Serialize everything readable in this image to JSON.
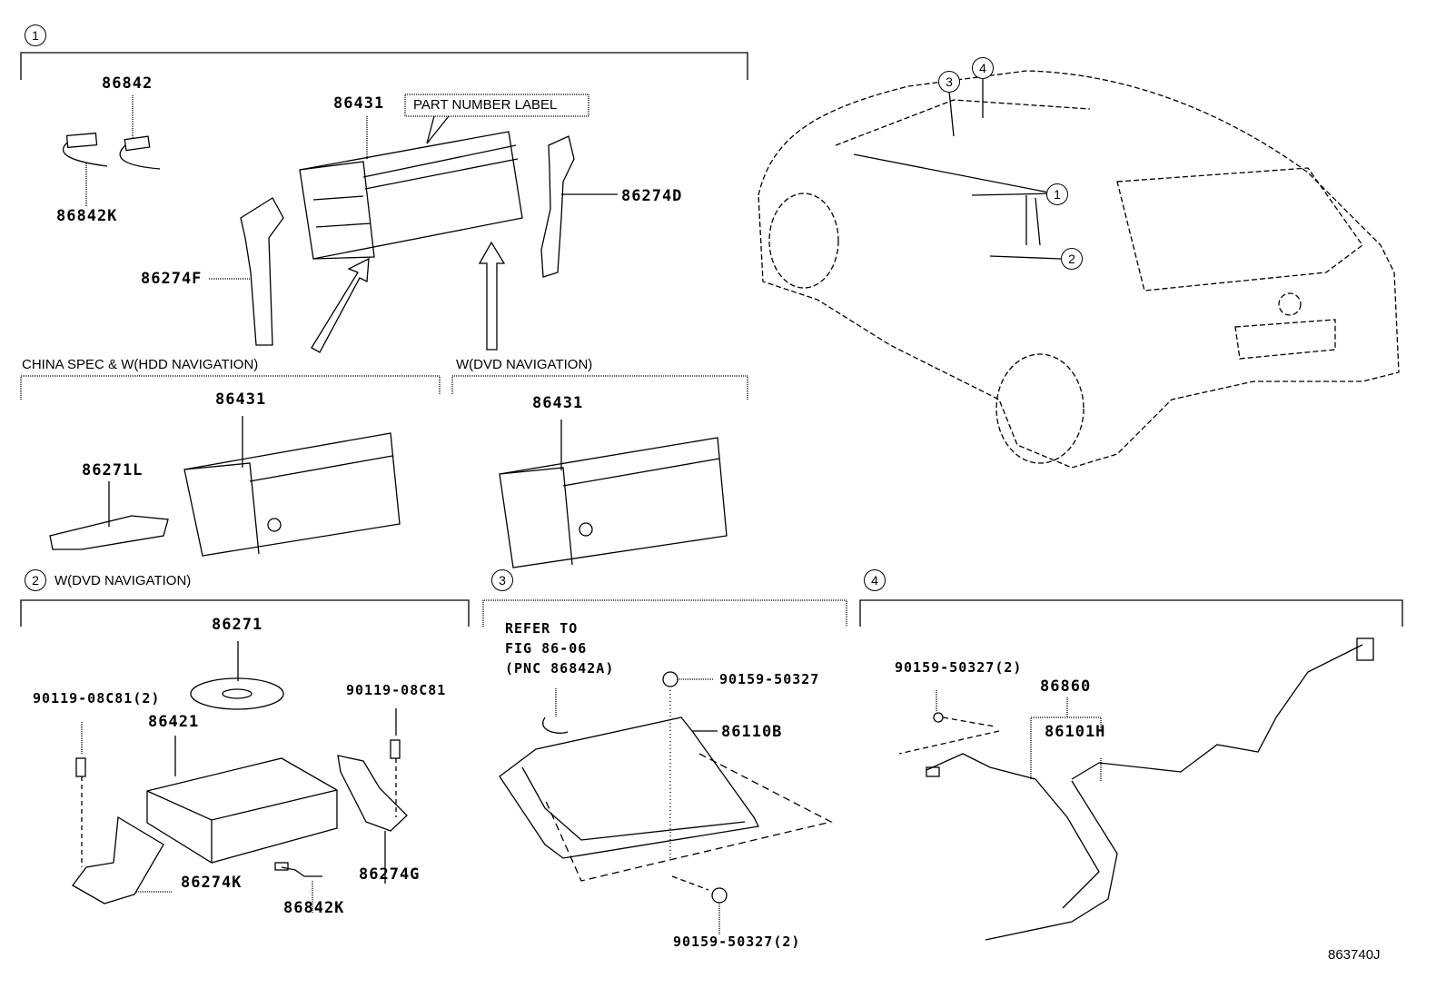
{
  "diagram": {
    "figure_id": "863740J",
    "sections": [
      {
        "number": "1"
      },
      {
        "number": "2",
        "caption": "W(DVD NAVIGATION)"
      },
      {
        "number": "3"
      },
      {
        "number": "4"
      }
    ],
    "car_callouts": [
      "1",
      "2",
      "3",
      "4"
    ],
    "section1": {
      "labels": {
        "conn_top": "86842",
        "conn_bottom": "86842K",
        "unit_main": "86431",
        "part_number_label": "PART NUMBER LABEL",
        "bracket_right": "86274D",
        "bracket_left": "86274F"
      },
      "variant_a": {
        "caption": "CHINA SPEC & W(HDD NAVIGATION)",
        "unit": "86431",
        "card": "86271L"
      },
      "variant_b": {
        "caption": "W(DVD NAVIGATION)",
        "unit": "86431"
      }
    },
    "section2": {
      "disc": "86271",
      "bolt_left": "90119-08C81(2)",
      "bolt_right": "90119-08C81",
      "unit": "86421",
      "bracket_left": "86274K",
      "bracket_right": "86274G",
      "connector": "86842K"
    },
    "section3": {
      "refer_line1": "REFER TO",
      "refer_line2": "FIG 86-06",
      "refer_line3": "(PNC 86842A)",
      "screw_top": "90159-50327",
      "display": "86110B",
      "screw_bottom": "90159-50327(2)"
    },
    "section4": {
      "screw": "90159-50327(2)",
      "harness_assy": "86860",
      "harness": "86101H"
    }
  }
}
